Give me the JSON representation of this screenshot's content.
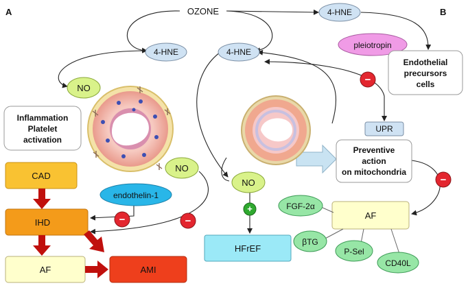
{
  "panels": {
    "a": "A",
    "b": "B"
  },
  "nodes": {
    "ozone": "OZONE",
    "hne_top_right": "4-HNE",
    "hne_left": "4-HNE",
    "hne_mid": "4-HNE",
    "no_top": "NO",
    "no_right": "NO",
    "no_mid": "NO",
    "inflammation": [
      "Inflammation",
      "Platelet",
      "activation"
    ],
    "cad": "CAD",
    "ihd": "IHD",
    "af_left": "AF",
    "ami": "AMI",
    "endothelin": "endothelin-1",
    "pleiotropin": "pleiotropin",
    "endothelial": [
      "Endothelial",
      "precursors",
      "cells"
    ],
    "upr": "UPR",
    "preventive": [
      "Preventive",
      "action",
      "on mitochondria"
    ],
    "hfref": "HFrEF",
    "af_right": "AF",
    "fgf": "FGF-2α",
    "btg": "βTG",
    "psel": "P-Sel",
    "cd40l": "CD40L"
  },
  "signs": {
    "minus": "−",
    "plus": "+"
  },
  "colors": {
    "light_blue": "#cfe2f3",
    "lime": "#d9f28a",
    "cad_orange": "#f9c232",
    "ihd_orange": "#f49b1a",
    "ami_red": "#ee3f1c",
    "pale_yellow": "#ffffcc",
    "cyan": "#29b6e8",
    "magenta": "#f09be6",
    "hfref_cyan": "#9be9f7",
    "green_bubble": "#97e6a6",
    "minus_red": "#e3262f",
    "plus_green": "#2fa92f",
    "dark_red_arrow": "#c0100d"
  }
}
